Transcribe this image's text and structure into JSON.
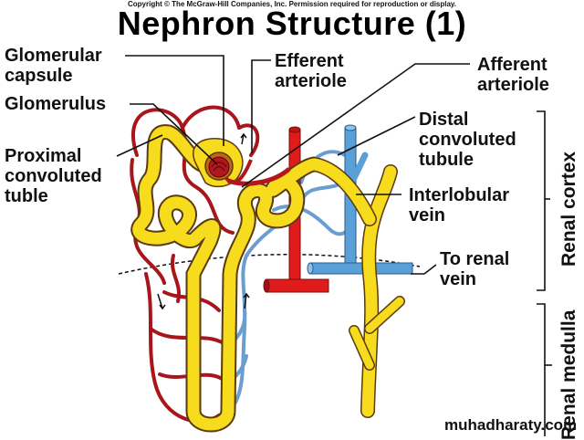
{
  "header": {
    "copyright": "Copyright © The McGraw-Hill Companies, Inc. Permission required for reproduction or display.",
    "title": "Nephron Structure (1)"
  },
  "labels": {
    "glomerular_capsule": [
      "Glomerular",
      "capsule"
    ],
    "glomerulus": "Glomerulus",
    "proximal_tubule": [
      "Proximal",
      "convoluted",
      "tuble"
    ],
    "efferent_arteriole": [
      "Efferent",
      "arteriole"
    ],
    "afferent_arteriole": [
      "Afferent",
      "arteriole"
    ],
    "distal_tubule": [
      "Distal",
      "convoluted",
      "tubule"
    ],
    "interlobular_vein": [
      "Interlobular",
      "vein"
    ],
    "to_renal_vein": [
      "To renal",
      "vein"
    ]
  },
  "regions": {
    "cortex": "Renal cortex",
    "medulla": "Renal medulla"
  },
  "watermark": "muhadharaty.com",
  "colors": {
    "tubule": "#f7dc1e",
    "artery": "#b3161c",
    "bright_artery": "#e01b1b",
    "vein": "#5aa0d8",
    "outline": "#5a3a10"
  }
}
